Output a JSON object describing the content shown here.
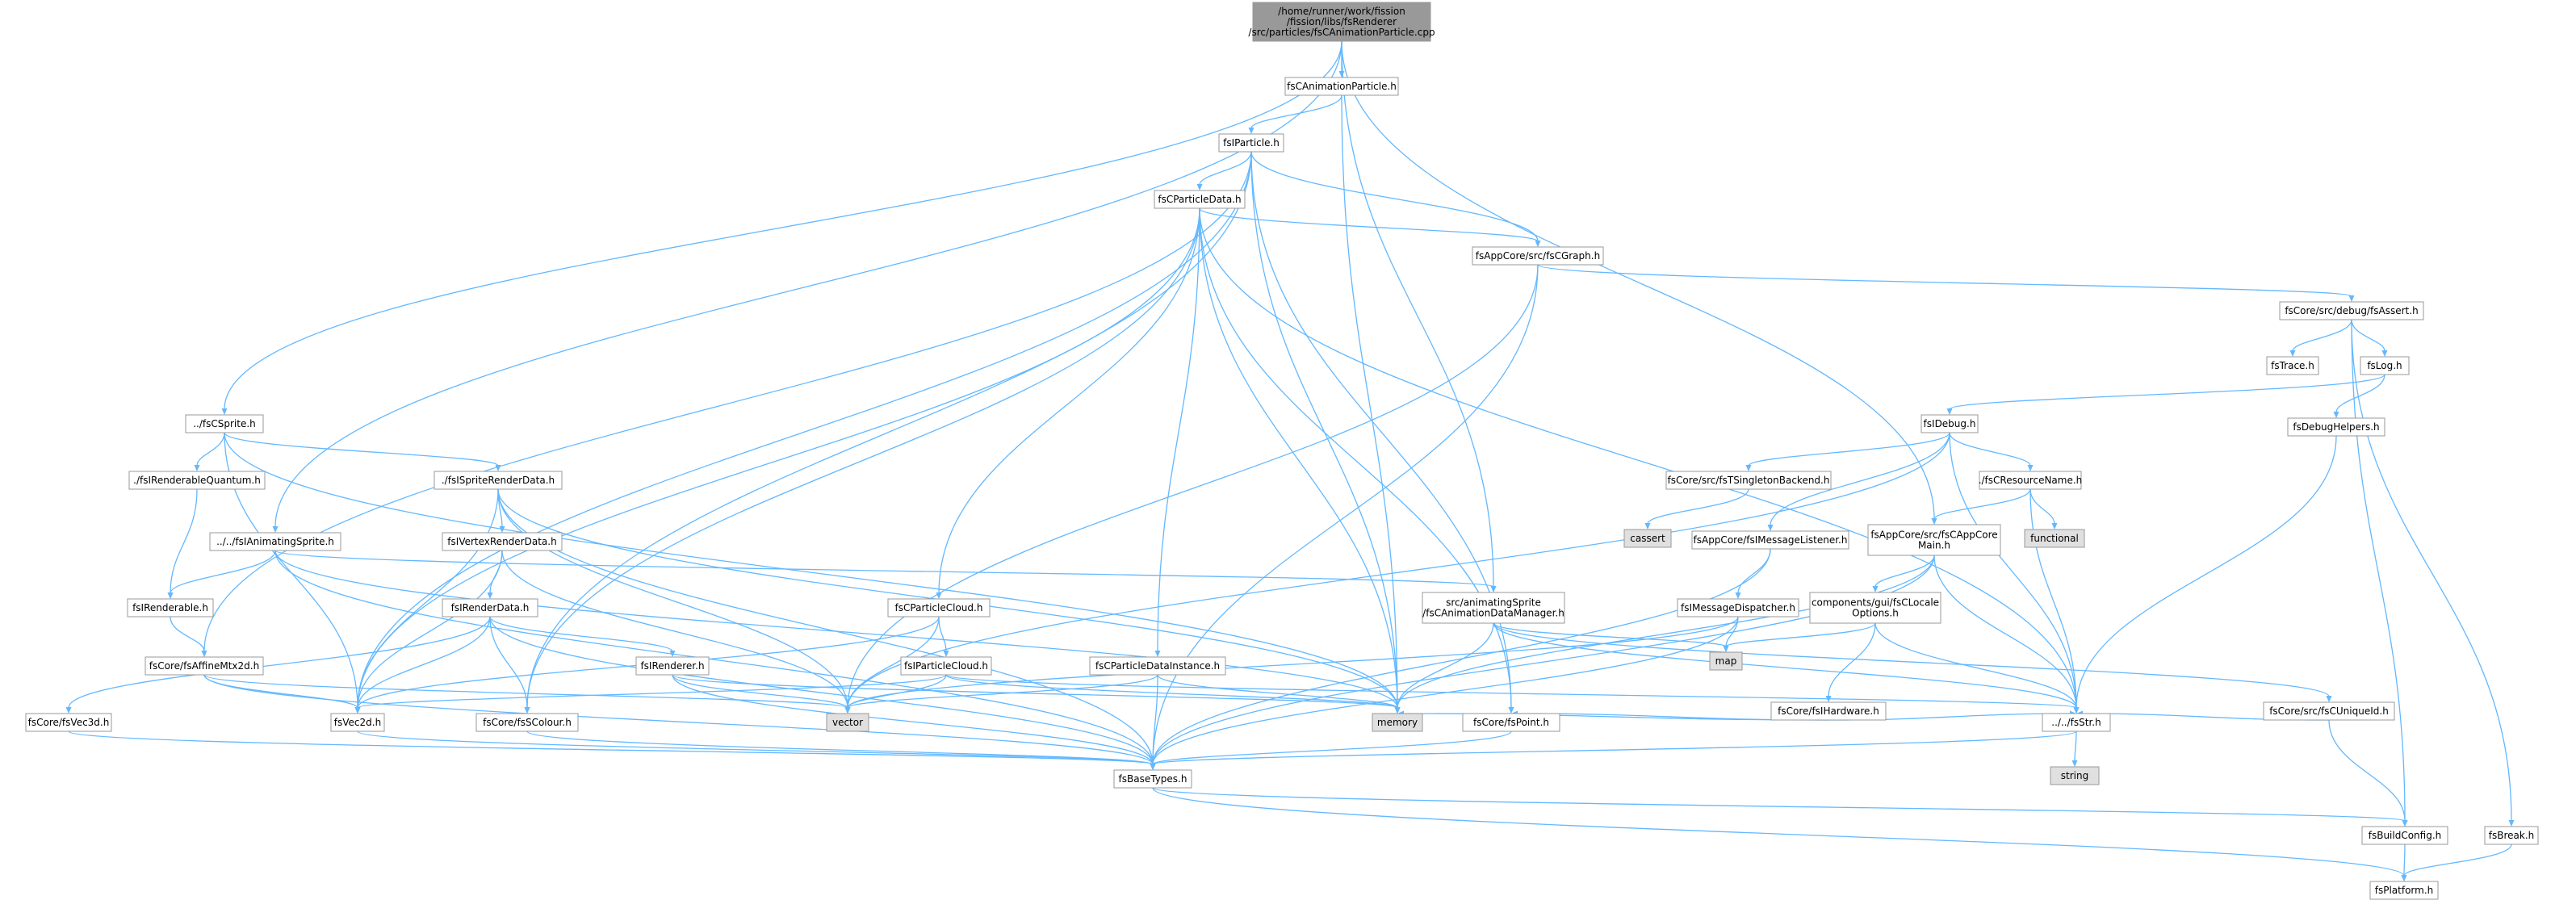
{
  "diagram": {
    "colors": {
      "root_fill": "#999999",
      "node_fill": "#ffffff",
      "external_fill": "#e0e0e0",
      "node_border": "#999999",
      "edge": "#63b8ff",
      "text": "#000000"
    },
    "nodes": [
      {
        "id": "root",
        "label": "/home/runner/work/fission\n/fission/libs/fsRenderer\n/src/particles/fsCAnimationParticle.cpp",
        "kind": "root"
      },
      {
        "id": "animpart",
        "label": "fsCAnimationParticle.h"
      },
      {
        "id": "iparticle",
        "label": "fsIParticle.h"
      },
      {
        "id": "pdata",
        "label": "fsCParticleData.h"
      },
      {
        "id": "cgraph",
        "label": "fsAppCore/src/fsCGraph.h"
      },
      {
        "id": "assert",
        "label": "fsCore/src/debug/fsAssert.h"
      },
      {
        "id": "trace",
        "label": "fsTrace.h"
      },
      {
        "id": "log",
        "label": "fsLog.h"
      },
      {
        "id": "debughelpers",
        "label": "fsDebugHelpers.h"
      },
      {
        "id": "idebug",
        "label": "fsIDebug.h"
      },
      {
        "id": "singleton",
        "label": "fsCore/src/fsTSingletonBackend.h"
      },
      {
        "id": "cassert",
        "label": "cassert",
        "kind": "external"
      },
      {
        "id": "resname",
        "label": "./fsCResourceName.h"
      },
      {
        "id": "functional",
        "label": "functional",
        "kind": "external"
      },
      {
        "id": "msglistener",
        "label": "fsAppCore/fsIMessageListener.h"
      },
      {
        "id": "appcoremain",
        "label": "fsAppCore/src/fsCAppCore\nMain.h"
      },
      {
        "id": "msgdispatcher",
        "label": "fsIMessageDispatcher.h"
      },
      {
        "id": "localeopts",
        "label": "components/gui/fsCLocale\nOptions.h"
      },
      {
        "id": "map",
        "label": "map",
        "kind": "external"
      },
      {
        "id": "ihardware",
        "label": "fsCore/fsIHardware.h"
      },
      {
        "id": "uniqueid",
        "label": "fsCore/src/fsCUniqueId.h"
      },
      {
        "id": "fsstr",
        "label": "../../fsStr.h"
      },
      {
        "id": "string",
        "label": "string",
        "kind": "external"
      },
      {
        "id": "buildconfig",
        "label": "fsBuildConfig.h"
      },
      {
        "id": "platform",
        "label": "fsPlatform.h"
      },
      {
        "id": "break",
        "label": "fsBreak.h"
      },
      {
        "id": "sprite",
        "label": "../fsCSprite.h"
      },
      {
        "id": "renderquantum",
        "label": "./fsIRenderableQuantum.h"
      },
      {
        "id": "spriterender",
        "label": "./fsISpriteRenderData.h"
      },
      {
        "id": "vertexrender",
        "label": "fsIVertexRenderData.h"
      },
      {
        "id": "renderdata",
        "label": "fsIRenderData.h"
      },
      {
        "id": "animsprite",
        "label": "../../fsIAnimatingSprite.h"
      },
      {
        "id": "renderable",
        "label": "fsIRenderable.h"
      },
      {
        "id": "affine",
        "label": "fsCore/fsAffineMtx2d.h"
      },
      {
        "id": "vec3d",
        "label": "fsCore/fsVec3d.h"
      },
      {
        "id": "vec2d",
        "label": "fsVec2d.h"
      },
      {
        "id": "scolour",
        "label": "fsCore/fsSColour.h"
      },
      {
        "id": "irenderer",
        "label": "fsIRenderer.h"
      },
      {
        "id": "vector",
        "label": "vector",
        "kind": "external"
      },
      {
        "id": "pcloud",
        "label": "fsCParticleCloud.h"
      },
      {
        "id": "ipcloud",
        "label": "fsIParticleCloud.h"
      },
      {
        "id": "pdinstance",
        "label": "fsCParticleDataInstance.h"
      },
      {
        "id": "memory",
        "label": "memory",
        "kind": "external"
      },
      {
        "id": "point",
        "label": "fsCore/fsPoint.h"
      },
      {
        "id": "animdatamgr",
        "label": "src/animatingSprite\n/fsCAnimationDataManager.h"
      },
      {
        "id": "basetypes",
        "label": "fsBaseTypes.h"
      }
    ],
    "edges": [
      [
        "root",
        "animpart"
      ],
      [
        "root",
        "sprite"
      ],
      [
        "root",
        "animsprite"
      ],
      [
        "root",
        "animdatamgr"
      ],
      [
        "root",
        "appcoremain"
      ],
      [
        "animpart",
        "iparticle"
      ],
      [
        "animpart",
        "memory"
      ],
      [
        "iparticle",
        "pdata"
      ],
      [
        "iparticle",
        "cgraph"
      ],
      [
        "iparticle",
        "vec2d"
      ],
      [
        "iparticle",
        "scolour"
      ],
      [
        "iparticle",
        "memory"
      ],
      [
        "iparticle",
        "point"
      ],
      [
        "iparticle",
        "affine"
      ],
      [
        "pdata",
        "cgraph"
      ],
      [
        "pdata",
        "pcloud"
      ],
      [
        "pdata",
        "pdinstance"
      ],
      [
        "pdata",
        "memory"
      ],
      [
        "pdata",
        "vec2d"
      ],
      [
        "pdata",
        "scolour"
      ],
      [
        "pdata",
        "point"
      ],
      [
        "pdata",
        "fsstr"
      ],
      [
        "cgraph",
        "assert"
      ],
      [
        "cgraph",
        "vector"
      ],
      [
        "cgraph",
        "basetypes"
      ],
      [
        "assert",
        "trace"
      ],
      [
        "assert",
        "log"
      ],
      [
        "assert",
        "buildconfig"
      ],
      [
        "assert",
        "break"
      ],
      [
        "log",
        "idebug"
      ],
      [
        "log",
        "debughelpers"
      ],
      [
        "debughelpers",
        "fsstr"
      ],
      [
        "idebug",
        "singleton"
      ],
      [
        "idebug",
        "resname"
      ],
      [
        "idebug",
        "msglistener"
      ],
      [
        "idebug",
        "fsstr"
      ],
      [
        "idebug",
        "vector"
      ],
      [
        "singleton",
        "cassert"
      ],
      [
        "resname",
        "functional"
      ],
      [
        "resname",
        "appcoremain"
      ],
      [
        "resname",
        "fsstr"
      ],
      [
        "msglistener",
        "msgdispatcher"
      ],
      [
        "msglistener",
        "basetypes"
      ],
      [
        "appcoremain",
        "localeopts"
      ],
      [
        "appcoremain",
        "memory"
      ],
      [
        "appcoremain",
        "fsstr"
      ],
      [
        "appcoremain",
        "basetypes"
      ],
      [
        "msgdispatcher",
        "map"
      ],
      [
        "msgdispatcher",
        "vector"
      ],
      [
        "msgdispatcher",
        "basetypes"
      ],
      [
        "localeopts",
        "ihardware"
      ],
      [
        "localeopts",
        "map"
      ],
      [
        "localeopts",
        "fsstr"
      ],
      [
        "ihardware",
        "memory"
      ],
      [
        "ihardware",
        "point"
      ],
      [
        "ihardware",
        "fsstr"
      ],
      [
        "uniqueid",
        "fsstr"
      ],
      [
        "uniqueid",
        "buildconfig"
      ],
      [
        "fsstr",
        "string"
      ],
      [
        "fsstr",
        "basetypes"
      ],
      [
        "buildconfig",
        "platform"
      ],
      [
        "break",
        "platform"
      ],
      [
        "sprite",
        "spriterender"
      ],
      [
        "sprite",
        "renderquantum"
      ],
      [
        "sprite",
        "memory"
      ],
      [
        "sprite",
        "vec2d"
      ],
      [
        "renderquantum",
        "renderable"
      ],
      [
        "spriterender",
        "vertexrender"
      ],
      [
        "spriterender",
        "vec2d"
      ],
      [
        "spriterender",
        "vector"
      ],
      [
        "spriterender",
        "memory"
      ],
      [
        "spriterender",
        "basetypes"
      ],
      [
        "vertexrender",
        "renderdata"
      ],
      [
        "vertexrender",
        "vec2d"
      ],
      [
        "vertexrender",
        "vector"
      ],
      [
        "renderdata",
        "scolour"
      ],
      [
        "renderdata",
        "irenderer"
      ],
      [
        "renderdata",
        "vec2d"
      ],
      [
        "renderdata",
        "vec3d"
      ],
      [
        "renderdata",
        "basetypes"
      ],
      [
        "animsprite",
        "renderable"
      ],
      [
        "animsprite",
        "animdatamgr"
      ],
      [
        "animsprite",
        "memory"
      ],
      [
        "animsprite",
        "basetypes"
      ],
      [
        "renderable",
        "affine"
      ],
      [
        "affine",
        "vec2d"
      ],
      [
        "affine",
        "vector"
      ],
      [
        "affine",
        "basetypes"
      ],
      [
        "vec3d",
        "basetypes"
      ],
      [
        "vec2d",
        "basetypes"
      ],
      [
        "scolour",
        "basetypes"
      ],
      [
        "irenderer",
        "vector"
      ],
      [
        "irenderer",
        "memory"
      ],
      [
        "irenderer",
        "basetypes"
      ],
      [
        "pcloud",
        "ipcloud"
      ],
      [
        "pcloud",
        "vector"
      ],
      [
        "pcloud",
        "vec2d"
      ],
      [
        "ipcloud",
        "vec2d"
      ],
      [
        "ipcloud",
        "vector"
      ],
      [
        "ipcloud",
        "memory"
      ],
      [
        "ipcloud",
        "fsstr"
      ],
      [
        "pdinstance",
        "vector"
      ],
      [
        "pdinstance",
        "memory"
      ],
      [
        "pdinstance",
        "basetypes"
      ],
      [
        "animdatamgr",
        "map"
      ],
      [
        "animdatamgr",
        "memory"
      ],
      [
        "animdatamgr",
        "fsstr"
      ],
      [
        "animdatamgr",
        "uniqueid"
      ],
      [
        "point",
        "basetypes"
      ],
      [
        "basetypes",
        "buildconfig"
      ],
      [
        "basetypes",
        "platform"
      ]
    ]
  }
}
